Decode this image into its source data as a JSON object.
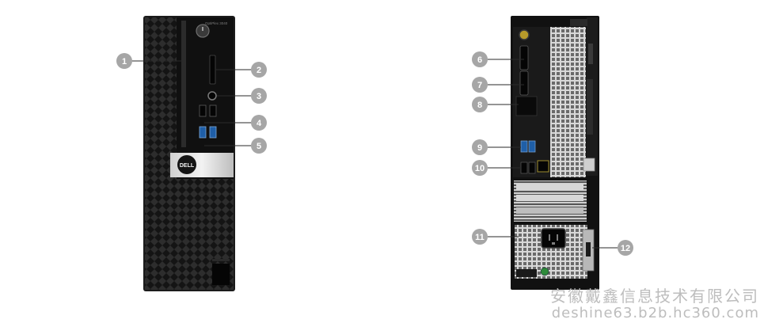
{
  "front": {
    "model_label": "OptiPlex 3040",
    "brand": "DELL",
    "callouts": [
      "1",
      "2",
      "3",
      "4",
      "5"
    ]
  },
  "rear": {
    "callouts": [
      "6",
      "7",
      "8",
      "9",
      "10",
      "11",
      "12"
    ]
  },
  "watermark": {
    "company": "安徽戴鑫信息技术有限公司",
    "url": "deshine63.b2b.hc360.com"
  }
}
